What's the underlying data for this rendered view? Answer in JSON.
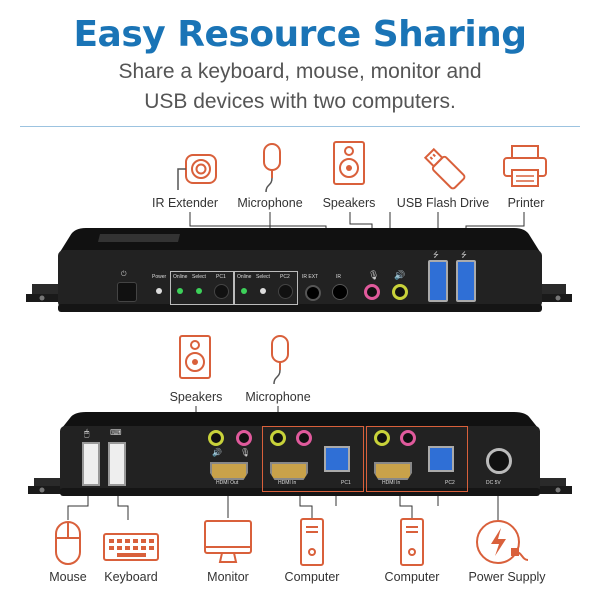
{
  "header": {
    "title": "Easy Resource Sharing",
    "subtitle_line1": "Share a keyboard, mouse, monitor and",
    "subtitle_line2": "USB devices with two computers."
  },
  "front_labels": {
    "ir_extender": "IR Extender",
    "microphone": "Microphone",
    "speakers": "Speakers",
    "usb_flash_drive": "USB Flash Drive",
    "printer": "Printer"
  },
  "back_top_labels": {
    "speakers": "Speakers",
    "microphone": "Microphone"
  },
  "bottom_labels": {
    "mouse": "Mouse",
    "keyboard": "Keyboard",
    "monitor": "Monitor",
    "computer_1": "Computer",
    "computer_2": "Computer",
    "power_supply": "Power Supply"
  },
  "front_panel": {
    "power": "Power",
    "online_1": "Online",
    "select_1": "Select",
    "pc1": "PC1",
    "online_2": "Online",
    "select_2": "Select",
    "pc2": "PC2",
    "ir_ext": "IR EXT",
    "ir": "IR"
  },
  "back_panel": {
    "hdmi_out": "HDMI Out",
    "hdmi_in_1": "HDMI In",
    "pc1": "PC1",
    "hdmi_in_2": "HDMI In",
    "pc2": "PC2",
    "dc": "DC 5V"
  },
  "colors": {
    "title": "#1a74b6",
    "accent": "#d9603b",
    "device_body": "#1e1e1e",
    "usb_port": "#2f6fd6",
    "port_green": "#c8d23a",
    "port_pink": "#e05a9c"
  }
}
